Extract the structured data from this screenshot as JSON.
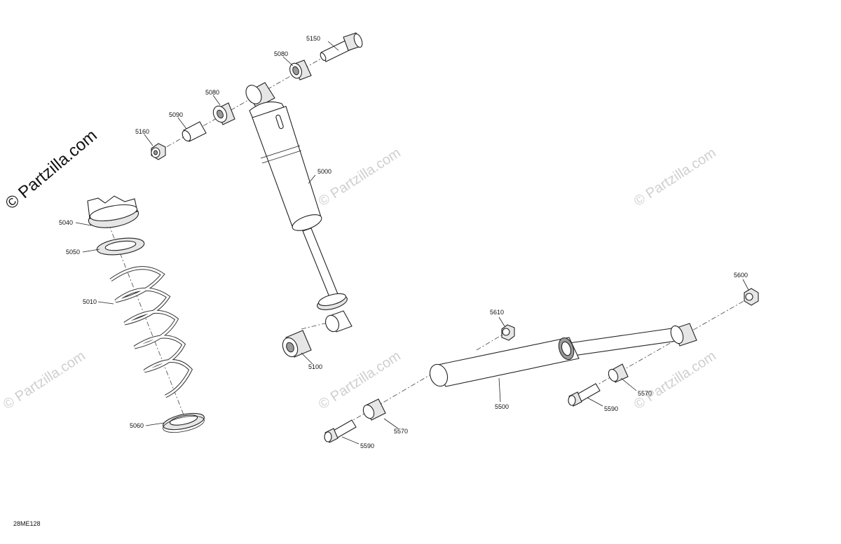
{
  "diagram": {
    "figure_code": "28ME128",
    "watermark_main": "© Partzilla.com",
    "watermark_tile": "© Partzilla.com",
    "callouts": {
      "c5150": "5150",
      "c5080a": "5080",
      "c5080b": "5080",
      "c5090": "5090",
      "c5160": "5160",
      "c5000": "5000",
      "c5040": "5040",
      "c5050": "5050",
      "c5010": "5010",
      "c5060": "5060",
      "c5100": "5100",
      "c5600": "5600",
      "c5610": "5610",
      "c5500": "5500",
      "c5570a": "5570",
      "c5570b": "5570",
      "c5590a": "5590",
      "c5590b": "5590"
    }
  }
}
